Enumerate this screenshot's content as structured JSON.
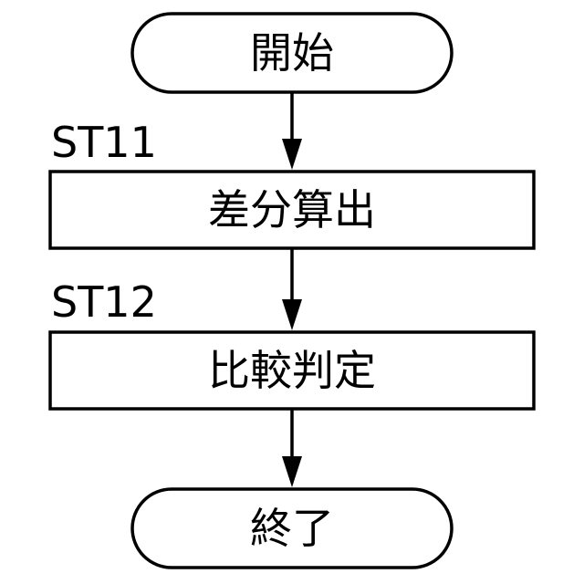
{
  "flowchart": {
    "start": {
      "label": "開始"
    },
    "steps": [
      {
        "id": "ST11",
        "label": "差分算出"
      },
      {
        "id": "ST12",
        "label": "比較判定"
      }
    ],
    "end": {
      "label": "終了"
    }
  }
}
